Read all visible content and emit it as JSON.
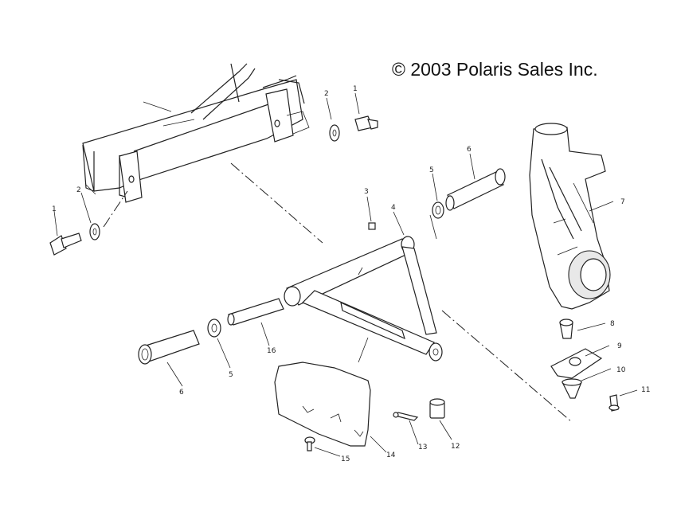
{
  "copyright": "© 2003 Polaris Sales Inc.",
  "callouts": [
    {
      "id": "c1a",
      "text": "1"
    },
    {
      "id": "c1b",
      "text": "1"
    },
    {
      "id": "c2a",
      "text": "2"
    },
    {
      "id": "c2b",
      "text": "2"
    },
    {
      "id": "c3",
      "text": "3"
    },
    {
      "id": "c4",
      "text": "4"
    },
    {
      "id": "c5a",
      "text": "5"
    },
    {
      "id": "c5b",
      "text": "5"
    },
    {
      "id": "c6a",
      "text": "6"
    },
    {
      "id": "c6b",
      "text": "6"
    },
    {
      "id": "c7",
      "text": "7"
    },
    {
      "id": "c8",
      "text": "8"
    },
    {
      "id": "c9",
      "text": "9"
    },
    {
      "id": "c10",
      "text": "10"
    },
    {
      "id": "c11",
      "text": "11"
    },
    {
      "id": "c12",
      "text": "12"
    },
    {
      "id": "c13",
      "text": "13"
    },
    {
      "id": "c14",
      "text": "14"
    },
    {
      "id": "c15",
      "text": "15"
    },
    {
      "id": "c16",
      "text": "16"
    }
  ]
}
